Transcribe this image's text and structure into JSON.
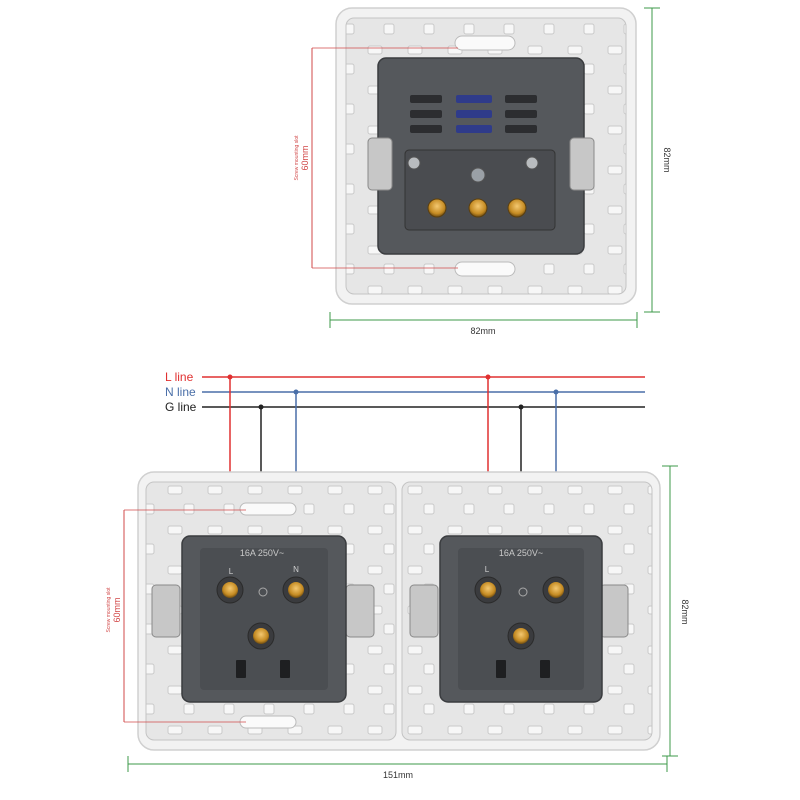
{
  "top_view": {
    "width_label": "82mm",
    "height_label": "82mm",
    "slot_distance_label": "60mm",
    "slot_caption": "Screw mounting slot"
  },
  "wiring": {
    "lines": [
      {
        "label": "L line",
        "color": "#e03030"
      },
      {
        "label": "N line",
        "color": "#4a6fa8"
      },
      {
        "label": "G line",
        "color": "#222222"
      }
    ]
  },
  "bottom_view": {
    "width_label": "151mm",
    "height_label": "82mm",
    "slot_distance_label": "60mm",
    "slot_caption": "Screw mounting slot",
    "socket_rating": "16A 250V~",
    "terminal_L": "L",
    "terminal_N": "N"
  },
  "colors": {
    "dim_green": "#3c9a4a",
    "dim_red": "#d24a4a",
    "frame": "#dedede",
    "body": "#55585c"
  }
}
